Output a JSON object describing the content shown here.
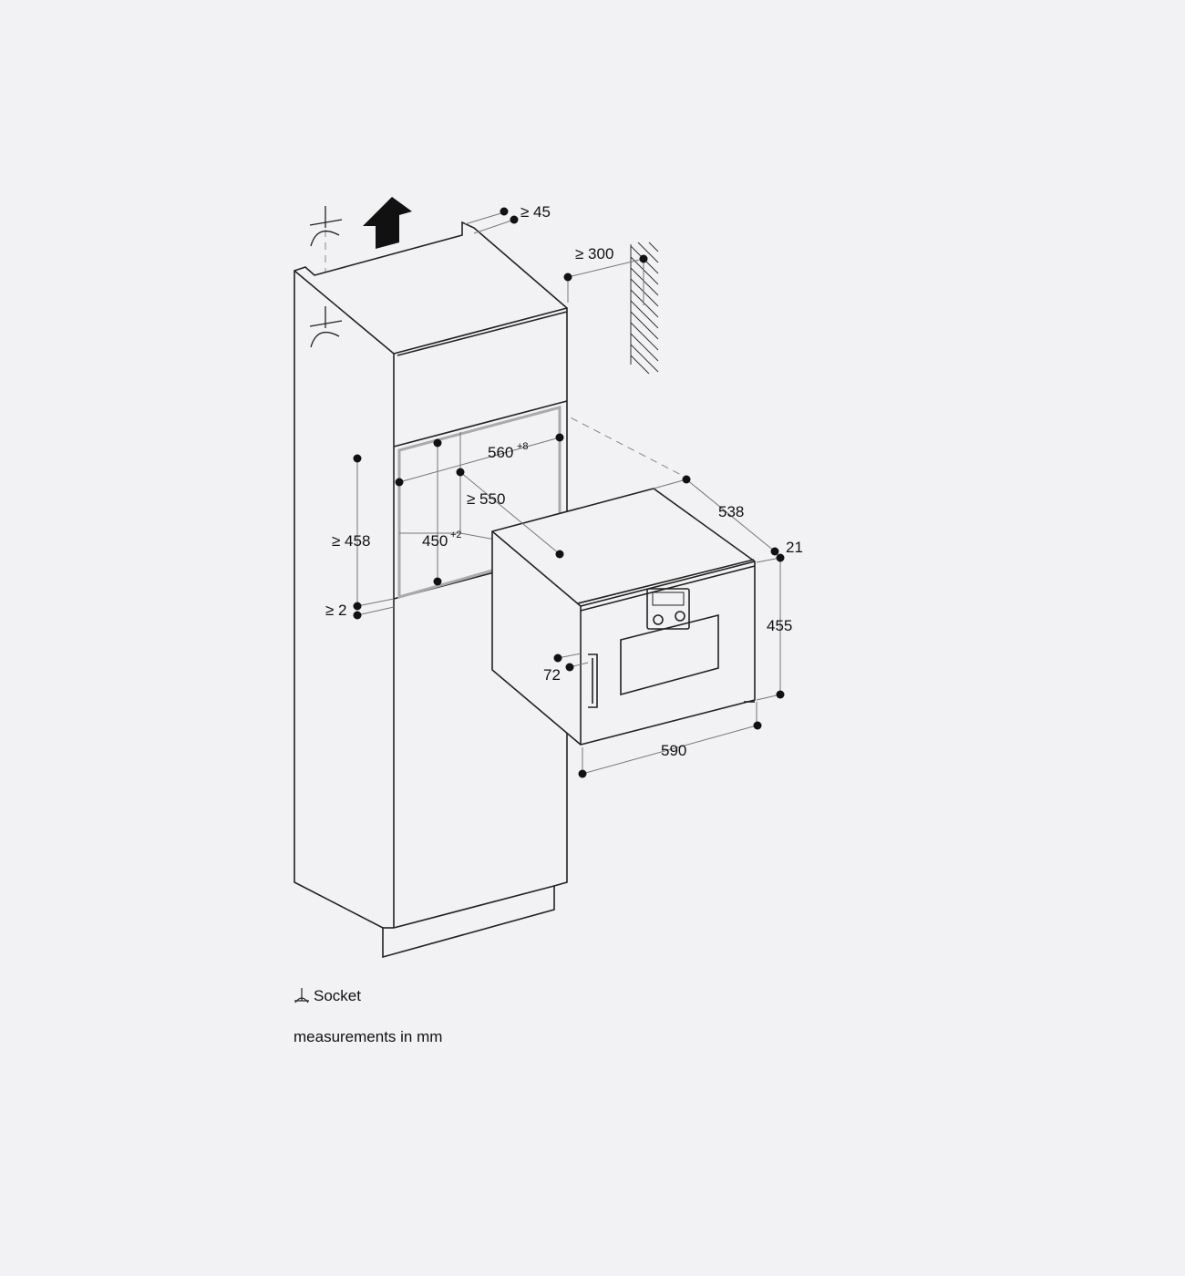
{
  "dimensions": {
    "top_clearance": "≥ 45",
    "wall_distance": "≥ 300",
    "niche_width": "560",
    "niche_width_tol": "+8",
    "niche_depth": "≥ 550",
    "niche_height_min": "≥ 458",
    "niche_height": "450",
    "niche_height_tol": "+2",
    "gap_bottom": "≥ 2",
    "oven_depth": "538",
    "front_thickness": "21",
    "oven_height": "455",
    "handle_depth": "72",
    "oven_width": "590"
  },
  "legend": {
    "socket_icon": "socket-icon",
    "socket_label": "Socket",
    "units_note": "measurements in mm"
  },
  "colors": {
    "background": "#f2f2f4",
    "line": "#222222"
  }
}
